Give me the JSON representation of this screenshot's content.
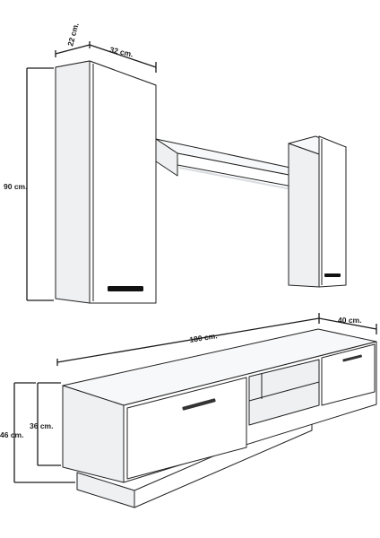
{
  "dimensions": {
    "upper_depth": "22 cm.",
    "upper_width": "32 cm.",
    "upper_height": "90 cm.",
    "tv_width": "180 cm.",
    "tv_depth": "40 cm.",
    "tv_door_height": "36 cm.",
    "tv_height": "46 cm."
  }
}
